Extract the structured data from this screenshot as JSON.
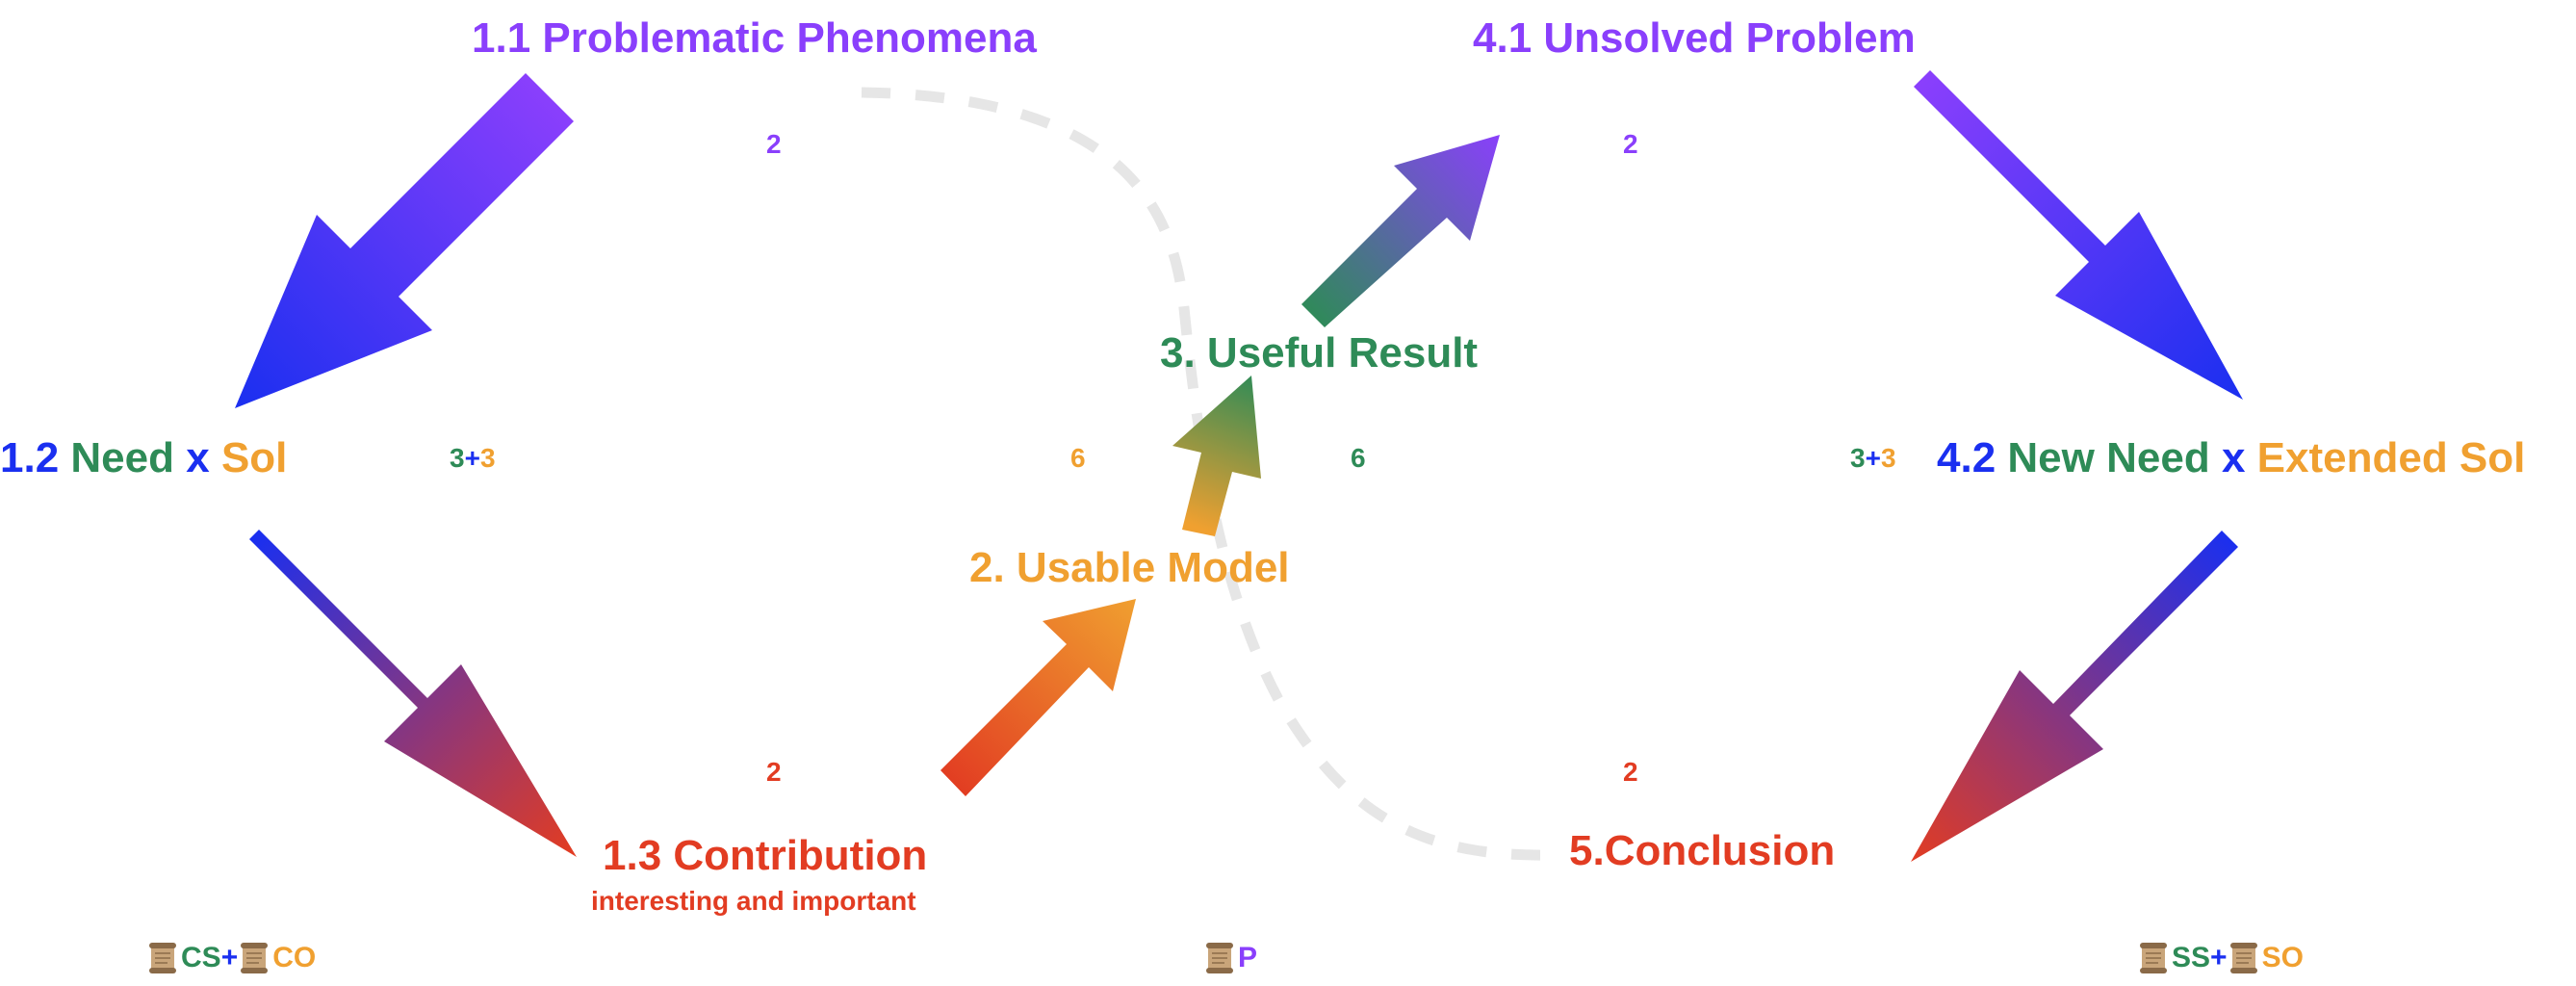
{
  "colors": {
    "purple": "#8a3ffc",
    "blue": "#1a2ff0",
    "green": "#2e8b57",
    "orange": "#f0a030",
    "red": "#e23c22",
    "dashed_curve": "#e6e6e6"
  },
  "nodes": {
    "n1_1": {
      "label": "1.1 Problematic Phenomena"
    },
    "n1_2": {
      "prefix": "1.2",
      "need": "Need",
      "x": "x",
      "sol": "Sol"
    },
    "n1_3": {
      "label": "1.3 Contribution",
      "sub": "interesting and important"
    },
    "n2": {
      "label": "2. Usable Model"
    },
    "n3": {
      "label": "3. Useful Result"
    },
    "n4_1": {
      "label": "4.1 Unsolved Problem"
    },
    "n4_2": {
      "prefix": "4.2",
      "need": "New Need",
      "x": "x",
      "sol": "Extended Sol"
    },
    "n5": {
      "label": "5.Conclusion"
    }
  },
  "numbers": {
    "left_top": "2",
    "left_mid_a": "3",
    "left_mid_plus": "+",
    "left_mid_b": "3",
    "left_bottom": "2",
    "center_left": "6",
    "center_right": "6",
    "right_top": "2",
    "right_mid_a": "3",
    "right_mid_plus": "+",
    "right_mid_b": "3",
    "right_bottom": "2"
  },
  "footer": {
    "left": {
      "a": "CS",
      "plus": "+",
      "b": "CO",
      "icon": "scroll-icon"
    },
    "center": {
      "a": "P",
      "icon": "scroll-icon"
    },
    "right": {
      "a": "SS",
      "plus": "+",
      "b": "SO",
      "icon": "scroll-icon"
    }
  }
}
